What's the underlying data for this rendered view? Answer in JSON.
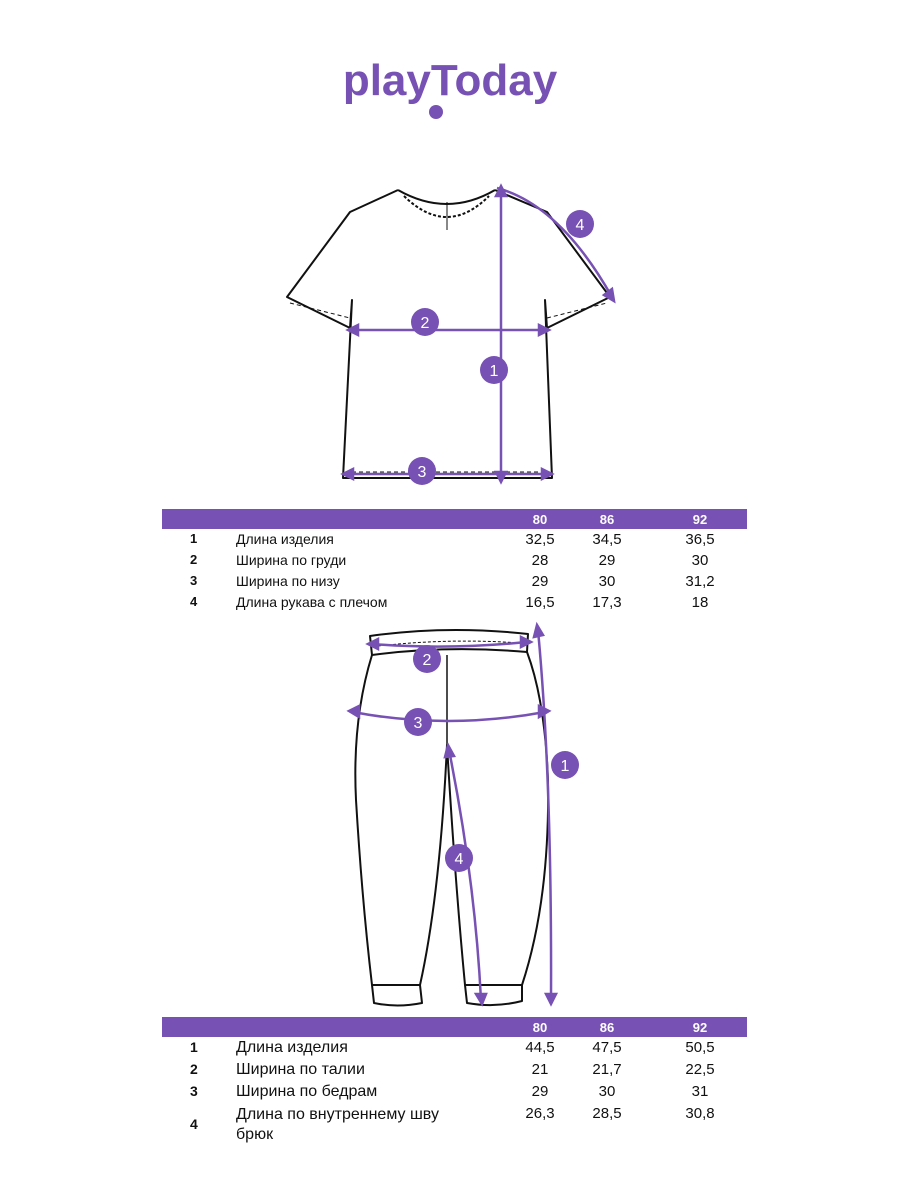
{
  "brand": {
    "name": "playToday",
    "color": "#7751b3"
  },
  "shirt_table": {
    "sizes": [
      "80",
      "86",
      "92"
    ],
    "rows": [
      {
        "num": "1",
        "label": "Длина изделия",
        "values": [
          "32,5",
          "34,5",
          "36,5"
        ]
      },
      {
        "num": "2",
        "label": "Ширина по груди",
        "values": [
          "28",
          "29",
          "30"
        ]
      },
      {
        "num": "3",
        "label": "Ширина по низу",
        "values": [
          "29",
          "30",
          "31,2"
        ]
      },
      {
        "num": "4",
        "label": "Длина рукава с плечом",
        "values": [
          "16,5",
          "17,3",
          "18"
        ]
      }
    ]
  },
  "pants_table": {
    "sizes": [
      "80",
      "86",
      "92"
    ],
    "rows": [
      {
        "num": "1",
        "label": "Длина изделия",
        "values": [
          "44,5",
          "47,5",
          "50,5"
        ]
      },
      {
        "num": "2",
        "label": "Ширина по талии",
        "values": [
          "21",
          "21,7",
          "22,5"
        ]
      },
      {
        "num": "3",
        "label": "Ширина по бедрам",
        "values": [
          "29",
          "30",
          "31"
        ]
      },
      {
        "num": "4",
        "label": "Длина по внутреннему шву брюк",
        "values": [
          "26,3",
          "28,5",
          "30,8"
        ]
      }
    ]
  },
  "shirt_markers": [
    "1",
    "2",
    "3",
    "4"
  ],
  "pants_markers": [
    "1",
    "2",
    "3",
    "4"
  ]
}
